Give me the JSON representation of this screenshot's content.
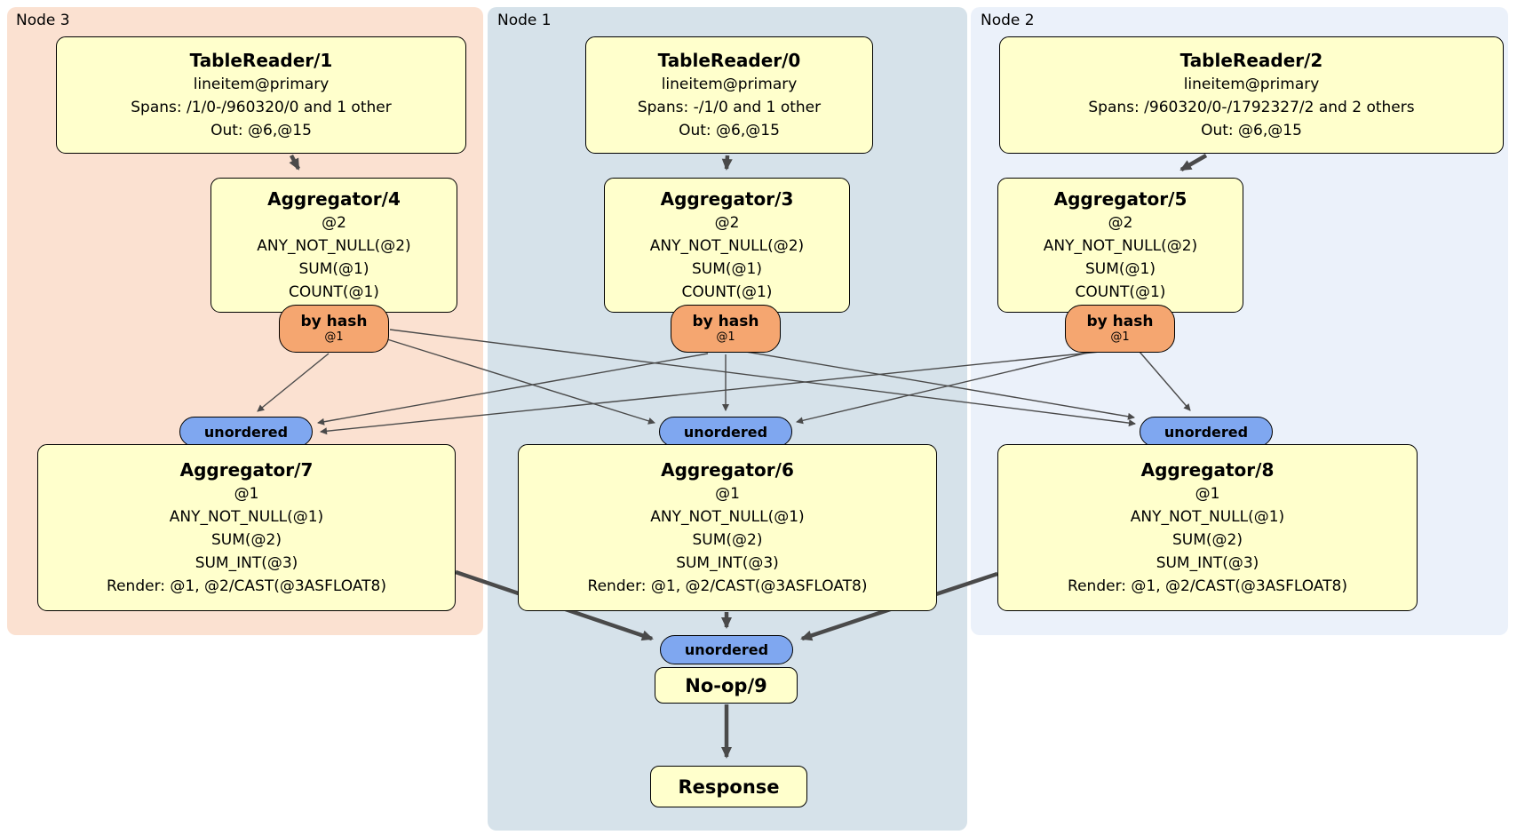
{
  "colors": {
    "panelNode3": "#FBE1D1",
    "panelNode1": "#D6E2EA",
    "panelNode2": "#EBF1FA",
    "boxFill": "#FFFFCC",
    "routerFill": "#F5A670",
    "syncFill": "#7FA7F0",
    "edge": "#4A4A4A",
    "border": "#000000"
  },
  "panels": {
    "node3": {
      "label": "Node 3"
    },
    "node1": {
      "label": "Node 1"
    },
    "node2": {
      "label": "Node 2"
    }
  },
  "processors": {
    "tr1": {
      "title": "TableReader/1",
      "lines": [
        "lineitem@primary",
        "Spans: /1/0-/960320/0 and 1 other",
        "Out: @6,@15"
      ]
    },
    "tr0": {
      "title": "TableReader/0",
      "lines": [
        "lineitem@primary",
        "Spans: -/1/0 and 1 other",
        "Out: @6,@15"
      ]
    },
    "tr2": {
      "title": "TableReader/2",
      "lines": [
        "lineitem@primary",
        "Spans: /960320/0-/1792327/2 and 2 others",
        "Out: @6,@15"
      ]
    },
    "agg4": {
      "title": "Aggregator/4",
      "lines": [
        "@2",
        "ANY_NOT_NULL(@2)",
        "SUM(@1)",
        "COUNT(@1)"
      ]
    },
    "agg3": {
      "title": "Aggregator/3",
      "lines": [
        "@2",
        "ANY_NOT_NULL(@2)",
        "SUM(@1)",
        "COUNT(@1)"
      ]
    },
    "agg5": {
      "title": "Aggregator/5",
      "lines": [
        "@2",
        "ANY_NOT_NULL(@2)",
        "SUM(@1)",
        "COUNT(@1)"
      ]
    },
    "agg7": {
      "title": "Aggregator/7",
      "lines": [
        "@1",
        "ANY_NOT_NULL(@1)",
        "SUM(@2)",
        "SUM_INT(@3)",
        "Render: @1, @2/CAST(@3ASFLOAT8)"
      ]
    },
    "agg6": {
      "title": "Aggregator/6",
      "lines": [
        "@1",
        "ANY_NOT_NULL(@1)",
        "SUM(@2)",
        "SUM_INT(@3)",
        "Render: @1, @2/CAST(@3ASFLOAT8)"
      ]
    },
    "agg8": {
      "title": "Aggregator/8",
      "lines": [
        "@1",
        "ANY_NOT_NULL(@1)",
        "SUM(@2)",
        "SUM_INT(@3)",
        "Render: @1, @2/CAST(@3ASFLOAT8)"
      ]
    },
    "noop": {
      "title": "No-op/9"
    },
    "response": {
      "title": "Response"
    }
  },
  "routers": {
    "r4": {
      "label": "by hash",
      "detail": "@1"
    },
    "r3": {
      "label": "by hash",
      "detail": "@1"
    },
    "r5": {
      "label": "by hash",
      "detail": "@1"
    }
  },
  "syncs": {
    "s7": {
      "label": "unordered"
    },
    "s6": {
      "label": "unordered"
    },
    "s8": {
      "label": "unordered"
    },
    "s9": {
      "label": "unordered"
    }
  }
}
